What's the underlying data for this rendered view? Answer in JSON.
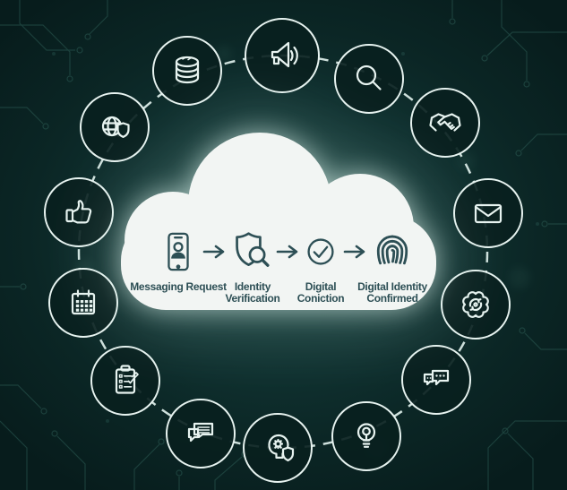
{
  "diagram": {
    "name": "digital-identity-verification-cloud",
    "colors": {
      "background": "#0b2625",
      "line_white": "#e7f3f0",
      "cloud_fill": "#f2f5f3",
      "flow_ink": "#2d4f55",
      "circuit_trace": "#2f6058"
    },
    "cloud_flow": {
      "steps": [
        {
          "icon": "smartphone-user-icon",
          "label": "Messaging Request"
        },
        {
          "icon": "shield-magnifier-icon",
          "label": "Identity Verification"
        },
        {
          "icon": "check-circle-icon",
          "label": "Digital Coniction"
        },
        {
          "icon": "fingerprint-icon",
          "label": "Digital Identity Confirmed"
        }
      ],
      "connector": "arrow-right"
    },
    "ring": {
      "style": "dashed-circle",
      "icons": [
        {
          "name": "megaphone-icon"
        },
        {
          "name": "magnifier-icon"
        },
        {
          "name": "handshake-icon"
        },
        {
          "name": "envelope-icon"
        },
        {
          "name": "certified-seal-icon"
        },
        {
          "name": "chat-dots-icon"
        },
        {
          "name": "lightbulb-icon"
        },
        {
          "name": "ai-head-shield-icon"
        },
        {
          "name": "chat-lines-icon"
        },
        {
          "name": "clipboard-checklist-icon"
        },
        {
          "name": "calendar-icon"
        },
        {
          "name": "thumbs-up-icon"
        },
        {
          "name": "globe-shield-icon"
        },
        {
          "name": "database-icon"
        }
      ]
    }
  }
}
